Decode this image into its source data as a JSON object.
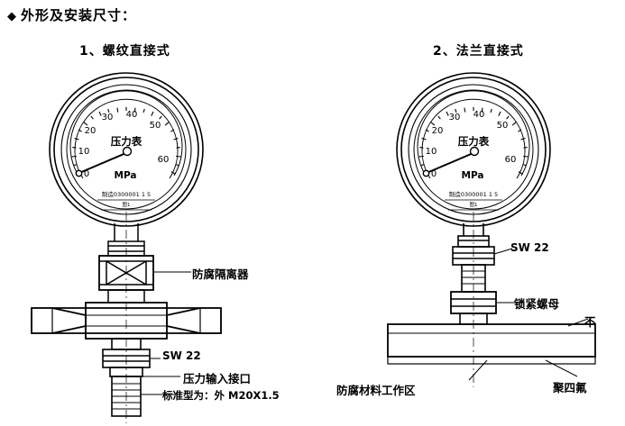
{
  "header": {
    "bullet": "◆",
    "title": "外形及安装尺寸："
  },
  "figures": [
    {
      "id": "left",
      "title": "1、螺纹直接式",
      "gauge": {
        "face_label": "压力表",
        "unit": "MPa",
        "model_code": "制造0300001 1 5",
        "sub_code": "图1",
        "ticks": [
          "0",
          "10",
          "20",
          "30",
          "40",
          "50",
          "60"
        ]
      },
      "callouts": [
        {
          "name": "isolator",
          "text": "防腐隔离器"
        },
        {
          "name": "wrench-size",
          "text": "SW 22"
        },
        {
          "name": "pressure-inlet",
          "text": "压力输入接口"
        },
        {
          "name": "standard-thread",
          "text": "标准型为：外 M20X1.5"
        }
      ]
    },
    {
      "id": "right",
      "title": "2、法兰直接式",
      "gauge": {
        "face_label": "压力表",
        "unit": "MPa",
        "model_code": "制造0300001 1 5",
        "sub_code": "图1",
        "ticks": [
          "0",
          "10",
          "20",
          "30",
          "40",
          "50",
          "60"
        ]
      },
      "callouts": [
        {
          "name": "wrench-size",
          "text": "SW 22"
        },
        {
          "name": "lock-nut",
          "text": "锁紧螺母"
        },
        {
          "name": "not-label",
          "text": "不"
        },
        {
          "name": "ptfe",
          "text": "聚四氟"
        },
        {
          "name": "anticorrosive-work-area",
          "text": "防腐材料工作区"
        }
      ]
    }
  ],
  "colors": {
    "ink": "#000000",
    "paper": "#ffffff"
  }
}
